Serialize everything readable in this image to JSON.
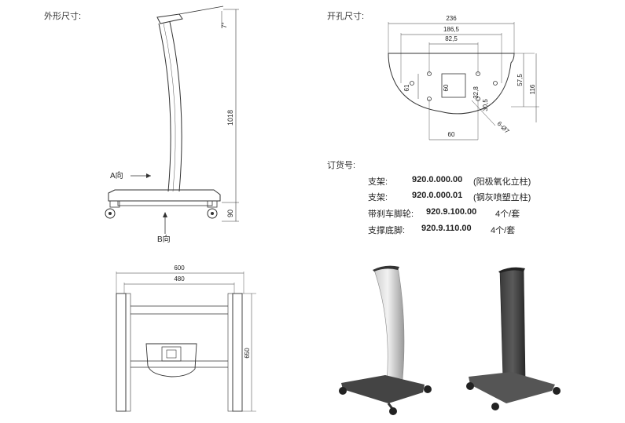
{
  "sections": {
    "outline_title": "外形尺寸:",
    "holes_title": "开孔尺寸:",
    "order_title": "订货号:"
  },
  "side_view": {
    "dim_height": "1018",
    "dim_base": "90",
    "dim_tilt": "7°",
    "label_a": "A向",
    "label_b": "B向"
  },
  "hole_plate": {
    "dim_236": "236",
    "dim_186_5": "186,5",
    "dim_82_5": "82,5",
    "dim_61": "61",
    "dim_60_inner": "60",
    "dim_32_8": "32,8",
    "dim_30_5": "30,5",
    "dim_57_5": "57,5",
    "dim_116": "116",
    "dim_60_bottom": "60",
    "dim_holes": "6-Ø7"
  },
  "top_view": {
    "dim_600": "600",
    "dim_480": "480",
    "dim_650": "650"
  },
  "order_list": [
    {
      "name": "支架:",
      "code": "920.0.000.00",
      "note": "(阳极氧化立柱)"
    },
    {
      "name": "支架:",
      "code": "920.0.000.01",
      "note": "(钢灰喷塑立柱)"
    },
    {
      "name": "带刹车脚轮:",
      "code": "920.9.100.00",
      "note": "4个/套"
    },
    {
      "name": "支撑底脚:",
      "code": "920.9.110.00",
      "note": "4个/套"
    }
  ]
}
